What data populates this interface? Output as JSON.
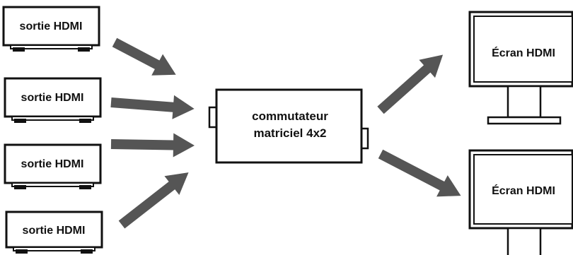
{
  "sources": [
    {
      "label": "sortie HDMI"
    },
    {
      "label": "sortie HDMI"
    },
    {
      "label": "sortie HDMI"
    },
    {
      "label": "sortie HDMI"
    }
  ],
  "switcher": {
    "line1": "commutateur",
    "line2": "matriciel 4x2"
  },
  "displays": [
    {
      "label": "Écran HDMI"
    },
    {
      "label": "Écran HDMI"
    }
  ],
  "colors": {
    "arrow": "#555555",
    "outline": "#111111",
    "fill": "#ffffff"
  }
}
